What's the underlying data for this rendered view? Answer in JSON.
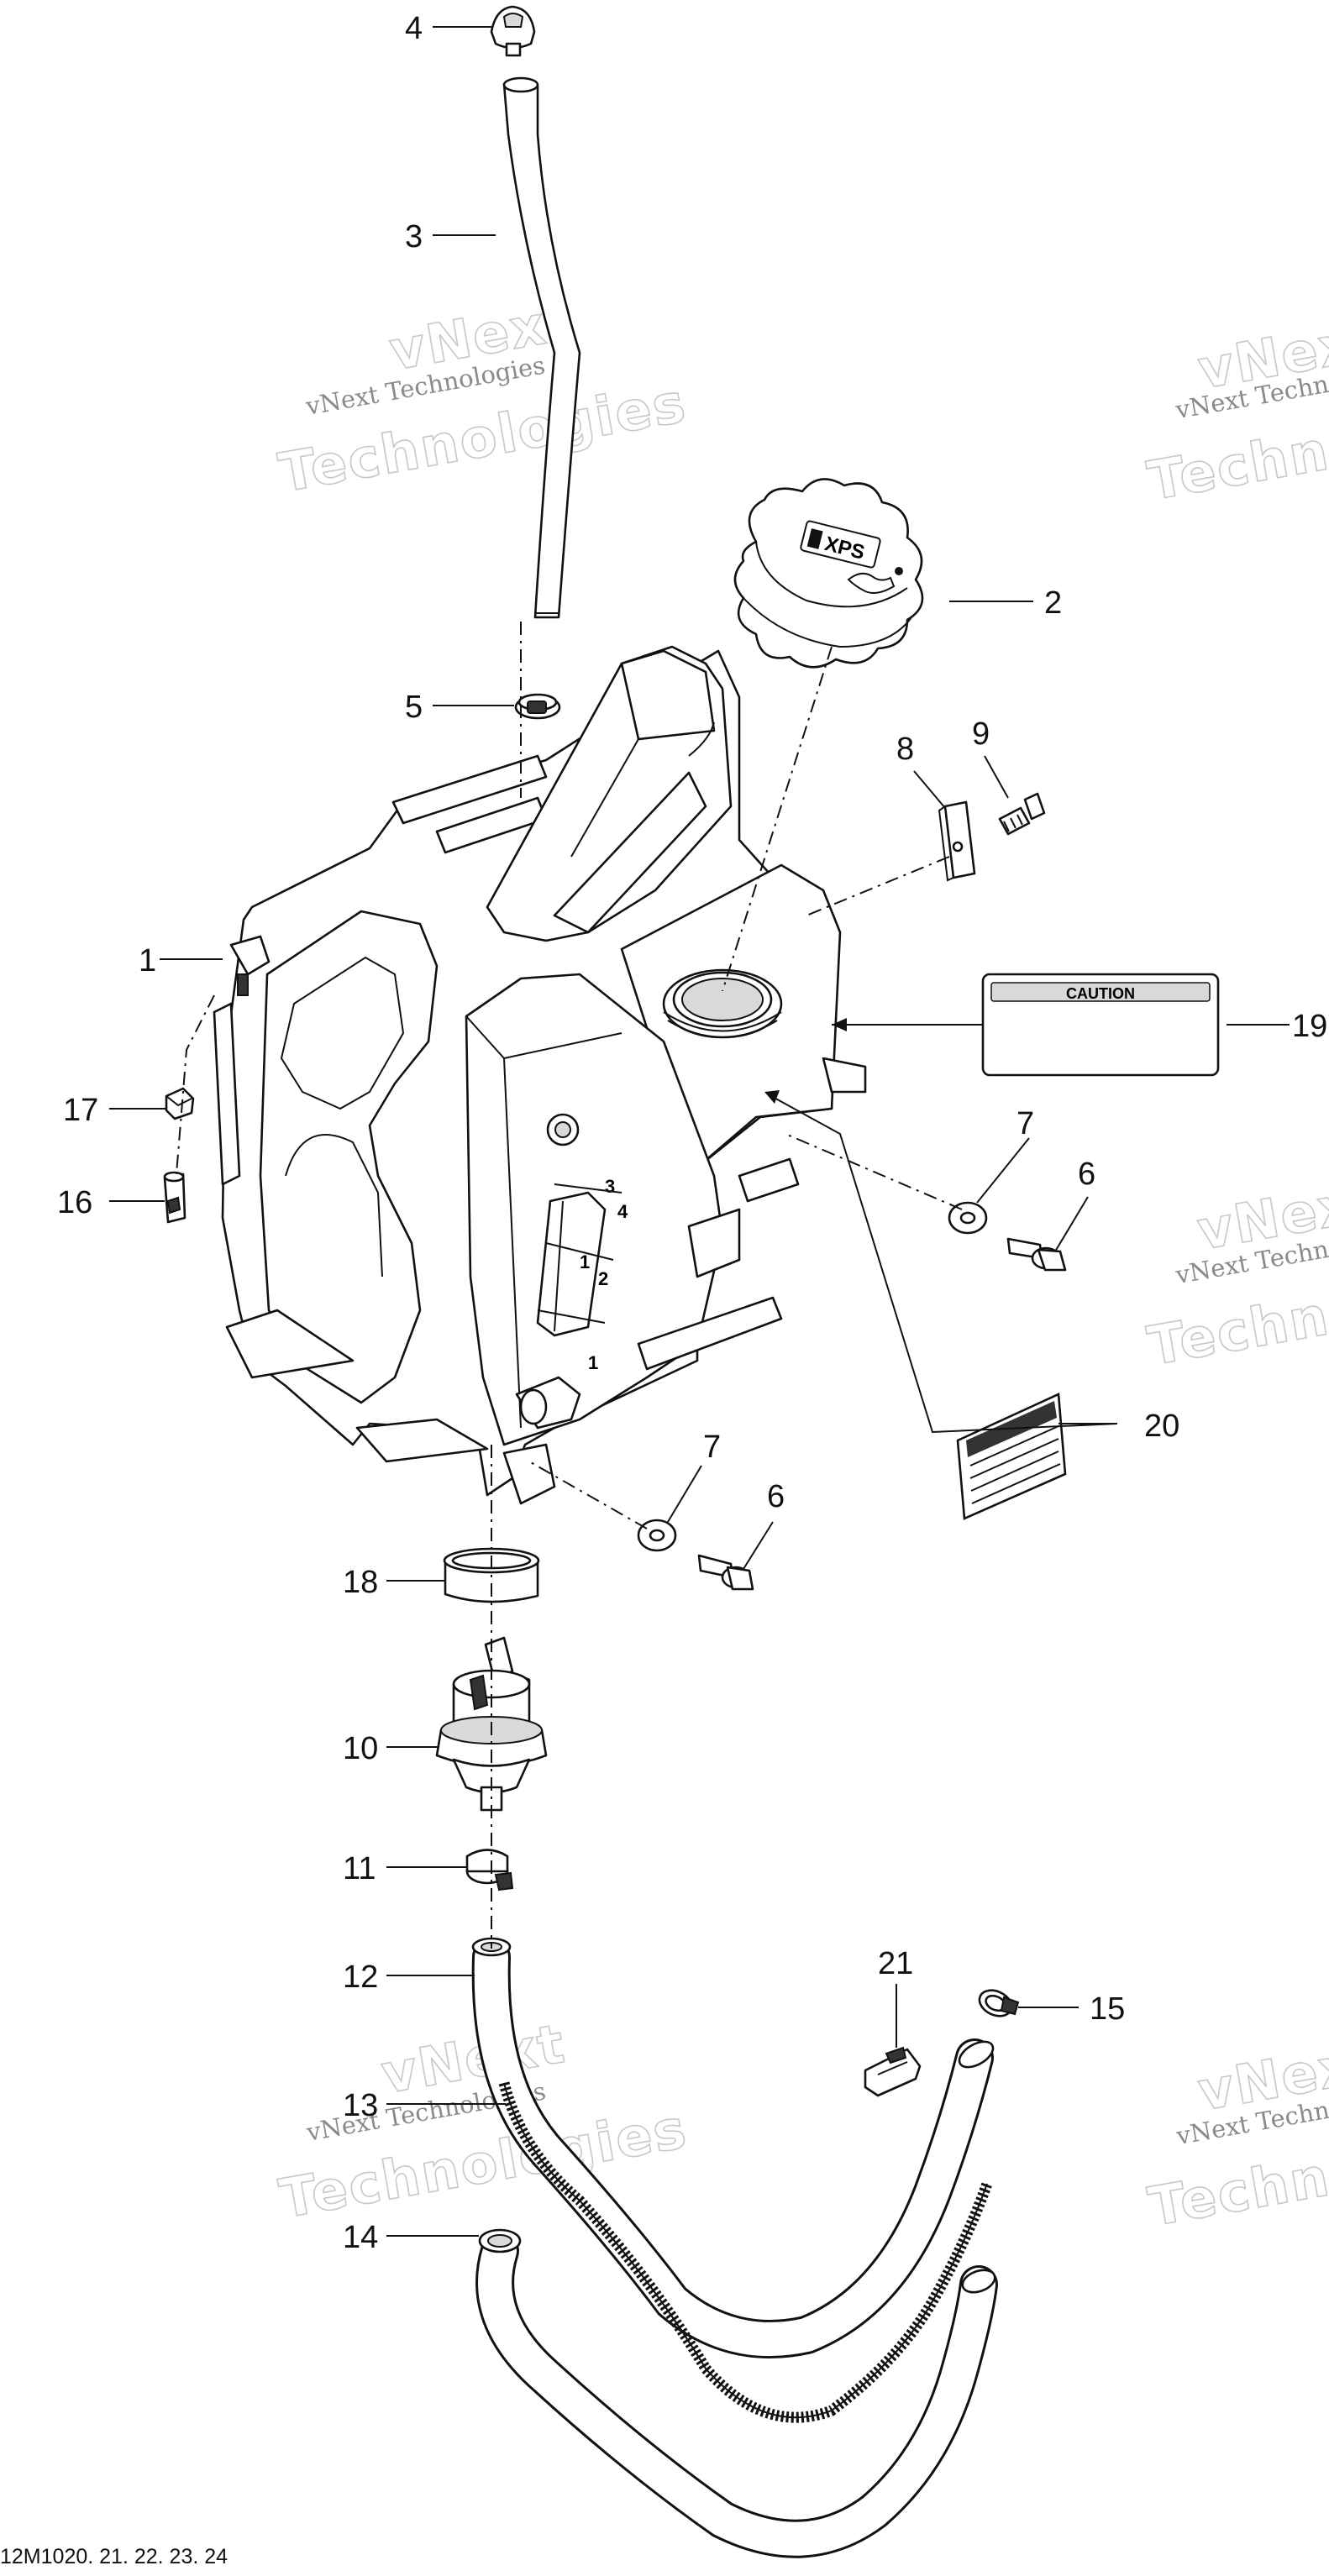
{
  "figure_id": "12M1020. 21. 22. 23. 24",
  "watermark": {
    "line1": "vNext",
    "line2": "vNext Technologies",
    "line3": "Technologies"
  },
  "labels": {
    "caution": "CAUTION",
    "cap_logo": "XPS"
  },
  "callouts": [
    "1",
    "2",
    "3",
    "4",
    "5",
    "6",
    "6",
    "7",
    "7",
    "8",
    "9",
    "10",
    "11",
    "12",
    "13",
    "14",
    "15",
    "16",
    "17",
    "18",
    "19",
    "20",
    "21"
  ]
}
